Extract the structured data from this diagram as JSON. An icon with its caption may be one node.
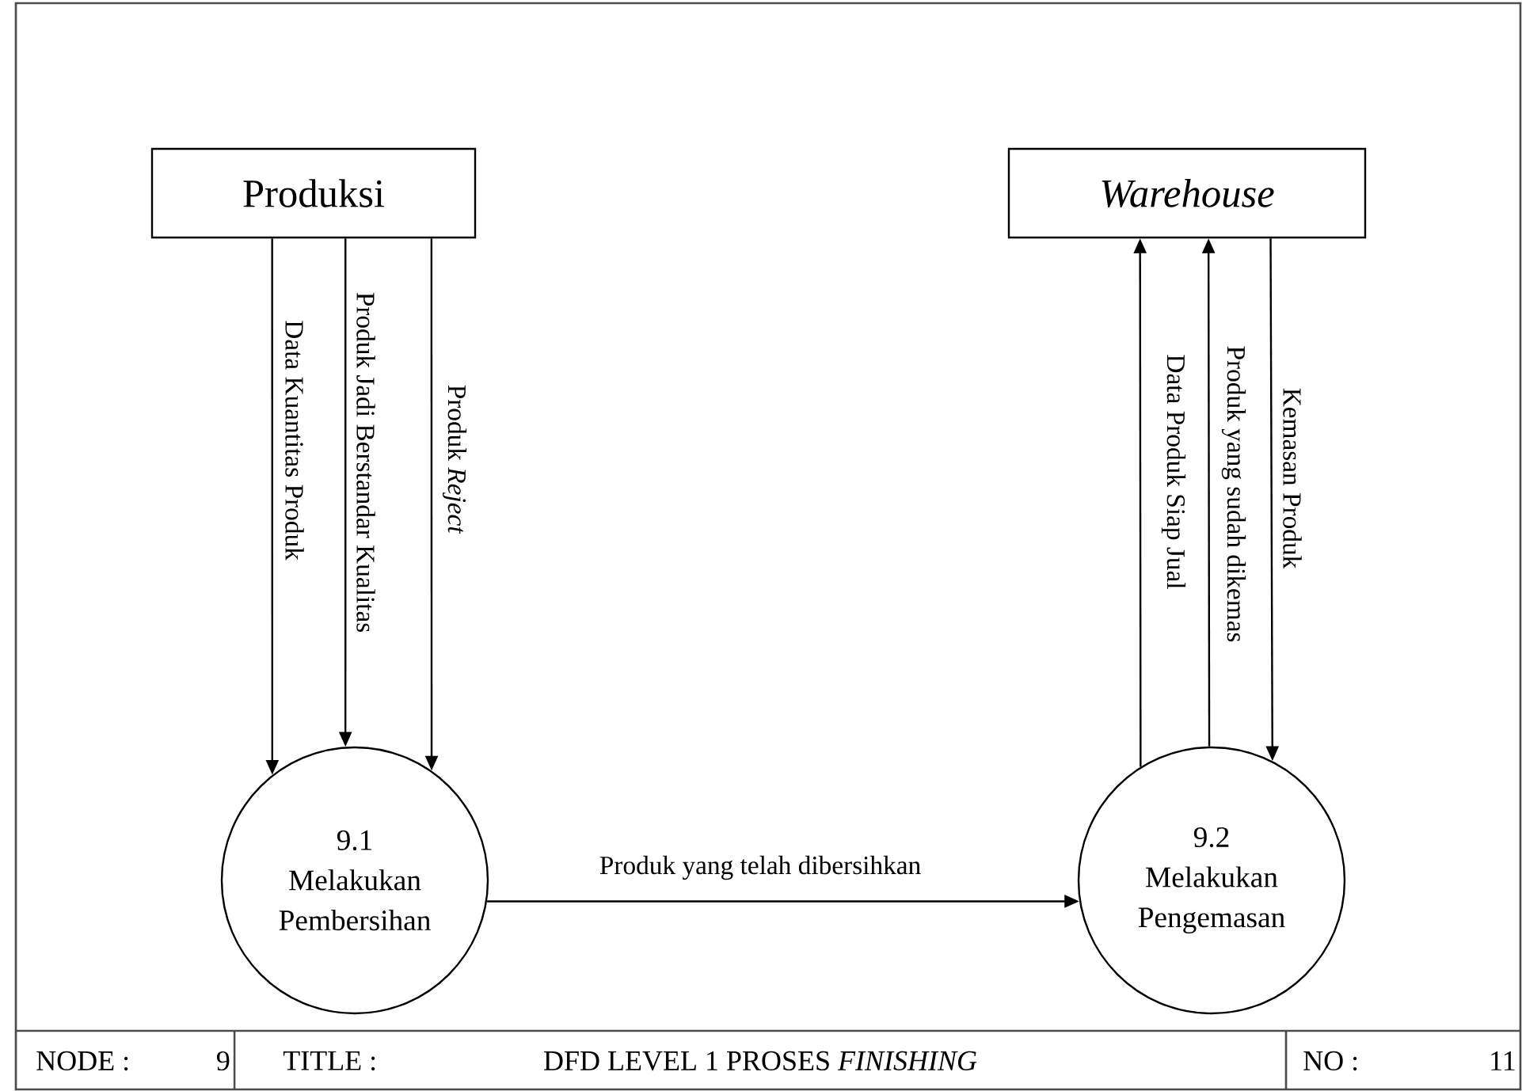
{
  "diagram": {
    "title": "DFD LEVEL 1 PROSES *FINISHING*",
    "nodes": [
      {
        "text": [
          "Produksi"
        ]
      },
      {
        "text": [
          "Warehouse"
        ]
      },
      {
        "text": [
          "9.1",
          "Melakukan Pembersihan"
        ]
      },
      {
        "text": [
          "9.2",
          "Melakukan Pengemasan"
        ]
      }
    ],
    "edges": [
      {
        "from": 0,
        "to": 2,
        "arrow": "to",
        "label": "Data Kuantitas Produk"
      },
      {
        "from": 0,
        "to": 2,
        "arrow": "to",
        "label": "Produk Jadi Berstandar Kualitas"
      },
      {
        "from": 0,
        "to": 2,
        "arrow": "to",
        "label": "Produk *Reject*"
      },
      {
        "from": 3,
        "to": 1,
        "arrow": "to",
        "label": "Data Produk Siap Jual"
      },
      {
        "from": 3,
        "to": 1,
        "arrow": "to",
        "label": "Produk yang sudah dikemas"
      },
      {
        "from": 1,
        "to": 3,
        "arrow": "to",
        "label": "Kemasan Produk"
      },
      {
        "from": 2,
        "to": 3,
        "arrow": "to",
        "label": "Produk yang telah dibersihkan"
      }
    ],
    "labels": [
      "NODE :",
      "9",
      "TITLE :",
      "NO :",
      "11"
    ]
  }
}
